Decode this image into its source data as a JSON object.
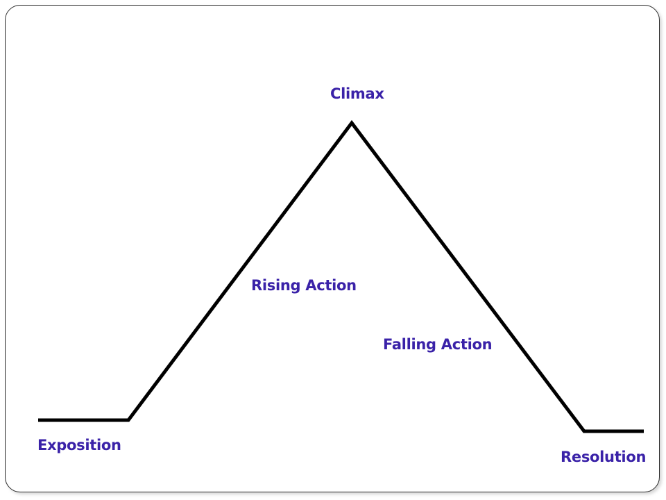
{
  "diagram": {
    "colors": {
      "line": "#000000",
      "label": "#3a22a8",
      "frame": "#2b2b2b",
      "background": "#ffffff"
    },
    "labels": {
      "climax": "Climax",
      "rising_action": "Rising Action",
      "falling_action": "Falling Action",
      "exposition": "Exposition",
      "resolution": "Resolution"
    }
  }
}
